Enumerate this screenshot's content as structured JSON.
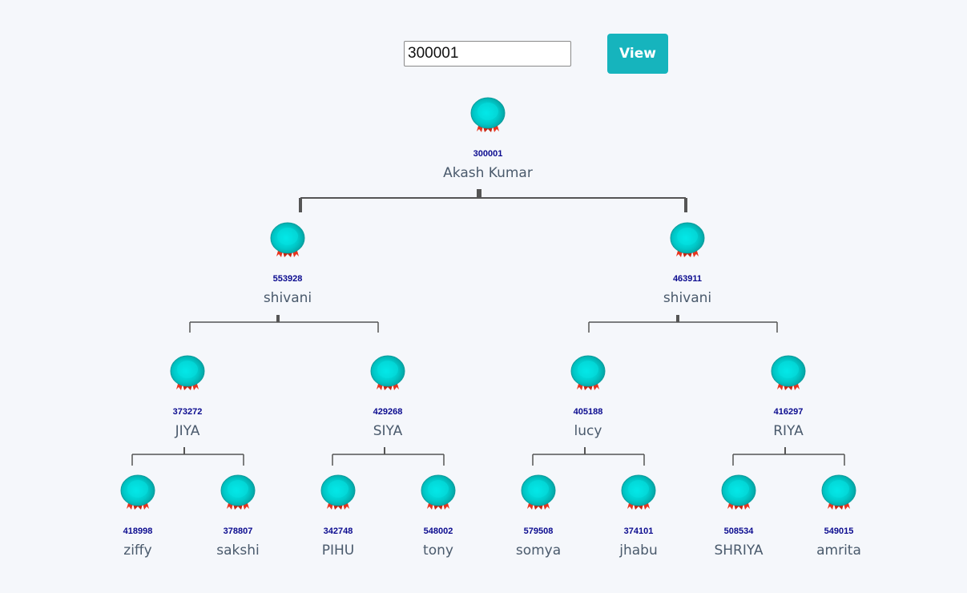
{
  "search": {
    "value": "300001"
  },
  "view_button": {
    "label": "View"
  },
  "colors": {
    "accent": "#16b4bd",
    "badge": "#00c9c9",
    "ribbon": "#e8331d",
    "member_id": "#0b0b8f",
    "member_name": "#4a5a6c",
    "connector": "#555555"
  },
  "icons": {
    "member": "member-badge-icon"
  },
  "tree": {
    "root": {
      "id": "300001",
      "name": "Akash Kumar"
    },
    "level1": [
      {
        "id": "553928",
        "name": "shivani"
      },
      {
        "id": "463911",
        "name": "shivani"
      }
    ],
    "level2": [
      {
        "id": "373272",
        "name": "JIYA"
      },
      {
        "id": "429268",
        "name": "SIYA"
      },
      {
        "id": "405188",
        "name": "lucy"
      },
      {
        "id": "416297",
        "name": "RIYA"
      }
    ],
    "level3": [
      {
        "id": "418998",
        "name": "ziffy"
      },
      {
        "id": "378807",
        "name": "sakshi"
      },
      {
        "id": "342748",
        "name": "PIHU"
      },
      {
        "id": "548002",
        "name": "tony"
      },
      {
        "id": "579508",
        "name": "somya"
      },
      {
        "id": "374101",
        "name": "jhabu"
      },
      {
        "id": "508534",
        "name": "SHRIYA"
      },
      {
        "id": "549015",
        "name": "amrita"
      }
    ]
  }
}
